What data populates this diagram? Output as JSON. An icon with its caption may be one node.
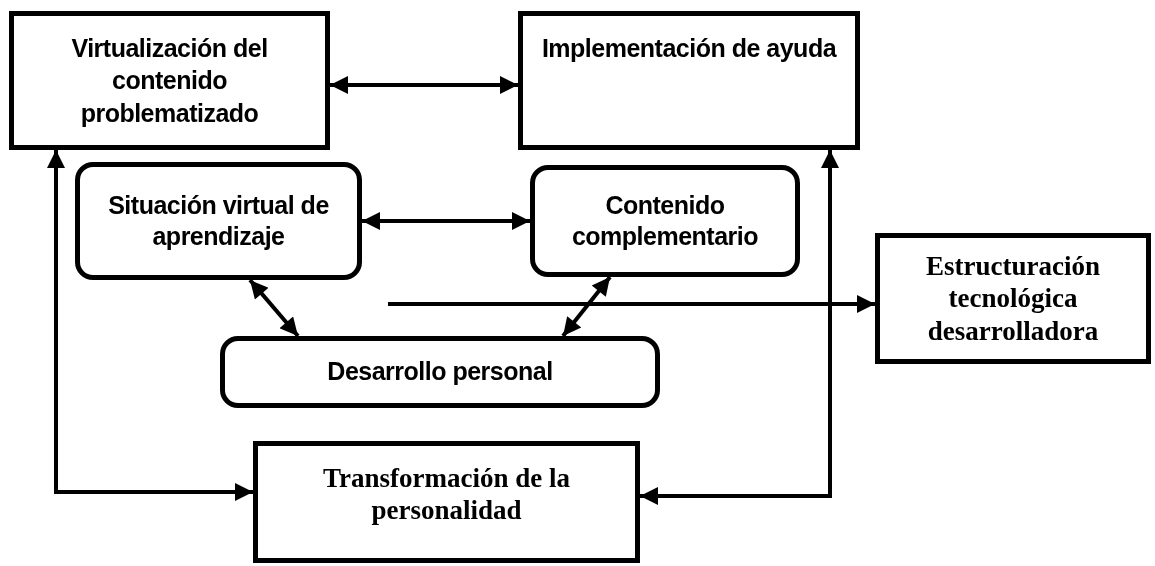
{
  "diagram": {
    "nodes": [
      {
        "text": [
          "Virtualización del contenido problematizado"
        ]
      },
      {
        "text": [
          "Implementación de ayuda"
        ]
      },
      {
        "text": [
          "Situación virtual de aprendizaje"
        ]
      },
      {
        "text": [
          "Contenido complementario"
        ]
      },
      {
        "text": [
          "Estructuración tecnológica desarrolladora"
        ]
      },
      {
        "text": [
          "Desarrollo personal"
        ]
      },
      {
        "text": [
          "Transformación de la personalidad"
        ]
      }
    ],
    "edges": [
      {
        "from": 0,
        "to": 1,
        "arrow": "both"
      },
      {
        "from": 2,
        "to": 3,
        "arrow": "both"
      },
      {
        "from": 2,
        "to": 5,
        "arrow": "both"
      },
      {
        "from": 3,
        "to": 5,
        "arrow": "both"
      },
      {
        "from": null,
        "to": 4,
        "arrow": "to"
      },
      {
        "from": 0,
        "to": 6,
        "arrow": "both"
      },
      {
        "from": 1,
        "to": 6,
        "arrow": "both"
      }
    ]
  }
}
